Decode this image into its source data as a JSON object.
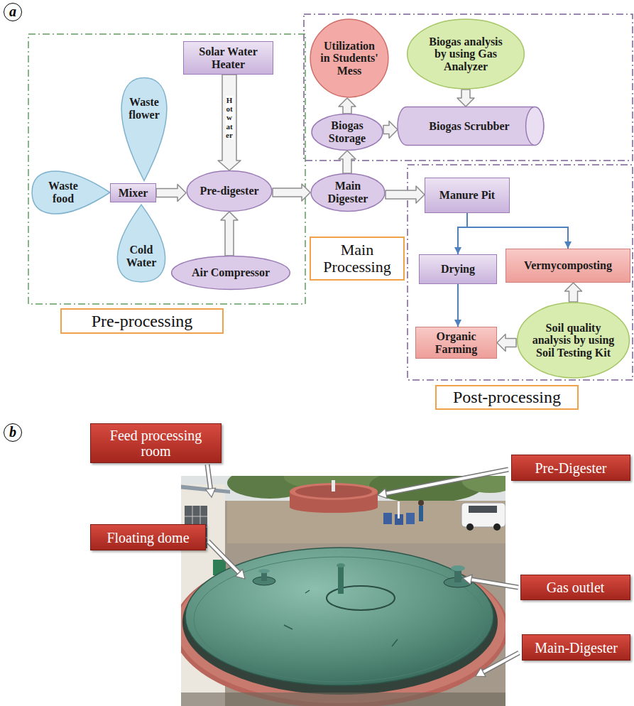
{
  "diagram": {
    "nodes": [
      {
        "text": [
          "Solar Water Heater"
        ]
      },
      {
        "text": [
          "Waste flower"
        ]
      },
      {
        "text": [
          "Waste food"
        ]
      },
      {
        "text": [
          "Mixer"
        ]
      },
      {
        "text": [
          "Cold Water"
        ]
      },
      {
        "text": [
          "Pre-digester"
        ]
      },
      {
        "text": [
          "Air Compressor"
        ]
      },
      {
        "text": [
          "Pre-processing"
        ]
      },
      {
        "text": [
          "Utilization in Students' Mess"
        ]
      },
      {
        "text": [
          "Biogas analysis by using Gas Analyzer"
        ]
      },
      {
        "text": [
          "Biogas Storage"
        ]
      },
      {
        "text": [
          "Biogas Scrubber"
        ]
      },
      {
        "text": [
          "Main Digester"
        ]
      },
      {
        "text": [
          "Main Processing"
        ]
      },
      {
        "text": [
          "Manure Pit"
        ]
      },
      {
        "text": [
          "Drying"
        ]
      },
      {
        "text": [
          "Vermycomposting"
        ]
      },
      {
        "text": [
          "Organic Farming"
        ]
      },
      {
        "text": [
          "Soil quality analysis by using Soil Testing Kit"
        ]
      },
      {
        "text": [
          "Post-processing"
        ]
      },
      {
        "text": [
          "Feed processing room"
        ]
      },
      {
        "text": [
          "Pre-Digester"
        ]
      },
      {
        "text": [
          "Gas outlet"
        ]
      },
      {
        "text": [
          "Floating dome"
        ]
      },
      {
        "text": [
          "Main-Digester"
        ]
      }
    ],
    "edges": [
      {
        "from": 3,
        "to": 5,
        "arrow": "to"
      },
      {
        "from": 0,
        "to": 5,
        "label": "Hot water",
        "arrow": "to"
      },
      {
        "from": 6,
        "to": 5,
        "arrow": "to"
      },
      {
        "from": 5,
        "to": 12,
        "arrow": "to"
      },
      {
        "from": 12,
        "to": 10,
        "arrow": "to"
      },
      {
        "from": 10,
        "to": 8,
        "arrow": "to"
      },
      {
        "from": 10,
        "to": 11,
        "arrow": "to"
      },
      {
        "from": 9,
        "to": 11,
        "arrow": "to"
      },
      {
        "from": 12,
        "to": 14,
        "arrow": "to"
      },
      {
        "from": 14,
        "to": 15,
        "arrow": "to"
      },
      {
        "from": 14,
        "to": 16,
        "arrow": "to"
      },
      {
        "from": 15,
        "to": 17,
        "arrow": "to"
      },
      {
        "from": 18,
        "to": 16,
        "arrow": "to"
      },
      {
        "from": 18,
        "to": 17,
        "arrow": "to"
      }
    ],
    "labels": [
      "a",
      "b"
    ]
  }
}
